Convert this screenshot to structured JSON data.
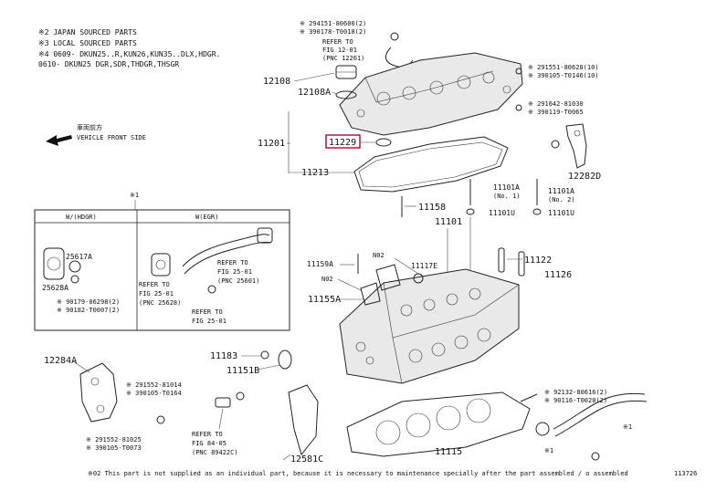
{
  "notes": {
    "n1": "※2 JAPAN SOURCED PARTS",
    "n2": "※3 LOCAL SOURCED PARTS",
    "n3": "※4  0609-    DKUN25..R,KUN26,KUN35..DLX,HDGR.",
    "n4": "     0610-    DKUN25 DGR,SDR,THDGR,THSGR"
  },
  "direction": {
    "jp": "車両前方",
    "en": "VEHICLE FRONT SIDE"
  },
  "inset": {
    "star": "※1",
    "left_title": "W/(HDGR)",
    "right_title": "W(EGR)",
    "p25617A": "25617A",
    "p25628A": "25628A",
    "pn1": "※ 90179-06298(2)",
    "pn2": "※ 90182-T0007(2)",
    "ref1": [
      "REFER TO",
      "FIG 25-01",
      "(PNC 25628)"
    ],
    "ref2": [
      "REFER TO",
      "FIG 25-01",
      "(PNC 25601)"
    ],
    "ref3": [
      "REFER TO",
      "FIG 25-01"
    ]
  },
  "labels": {
    "top1": "※ 294151-80600(2)",
    "top2": "※ 390178-T0018(2)",
    "ref_top": [
      "REFER TO",
      "FIG 12-01",
      "(PNC 12261)"
    ],
    "p12108": "12108",
    "p12108A": "12108A",
    "r1": "※ 291551-80628(10)",
    "r2": "※ 390105-T0146(10)",
    "r3": "※ 291642-81030",
    "r4": "※ 390119-T0065",
    "p11201": "11201",
    "p11229": "11229",
    "p11213": "11213",
    "p12282D": "12282D",
    "p11158": "11158",
    "p11101A_1": "11101A",
    "no1": "(No. 1)",
    "p11101U_1": "11101U",
    "p11101A_2": "11101A",
    "no2": "(No. 2)",
    "p11101U_2": "11101U",
    "p11101": "11101",
    "p11159A": "11159A",
    "n02a": "N02",
    "n02b": "N02",
    "p11117E": "11117E",
    "p11155A": "11155A",
    "p11122": "11122",
    "p11126": "11126",
    "p11183": "11183",
    "p11151B": "11151B",
    "p12284A": "12284A",
    "m1": "※ 291552-81014",
    "m2": "※ 390105-T0164",
    "b1": "※ 291552-81025",
    "b2": "※ 390105-T0073",
    "ref_bottom": [
      "REFER TO",
      "FIG 84-05",
      "(PNC 89422C)"
    ],
    "p12581C": "12581C",
    "p11115": "11115",
    "rb1": "※ 92132-80616(2)",
    "rb2": "※ 90116-T0020(2)",
    "s1": "※1",
    "s1b": "※1"
  },
  "footer": {
    "note": "※02 This part is not supplied as an individual part, because it is necessary to maintenance specially after the part assembled / o assembled",
    "code": "113726"
  }
}
